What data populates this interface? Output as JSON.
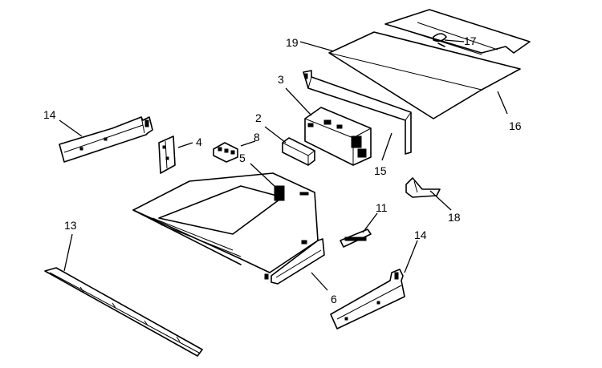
{
  "diagram": {
    "callouts": [
      {
        "id": "c2",
        "text": "2"
      },
      {
        "id": "c3",
        "text": "3"
      },
      {
        "id": "c4",
        "text": "4"
      },
      {
        "id": "c5",
        "text": "5"
      },
      {
        "id": "c6",
        "text": "6"
      },
      {
        "id": "c8",
        "text": "8"
      },
      {
        "id": "c11",
        "text": "11"
      },
      {
        "id": "c13",
        "text": "13"
      },
      {
        "id": "c14a",
        "text": "14"
      },
      {
        "id": "c14b",
        "text": "14"
      },
      {
        "id": "c15",
        "text": "15"
      },
      {
        "id": "c16",
        "text": "16"
      },
      {
        "id": "c17",
        "text": "17"
      },
      {
        "id": "c18",
        "text": "18"
      },
      {
        "id": "c19",
        "text": "19"
      }
    ]
  }
}
